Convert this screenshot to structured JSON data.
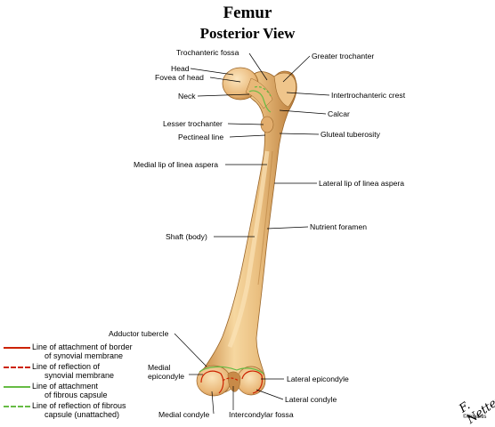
{
  "title": "Femur",
  "subtitle": "Posterior View",
  "labels": {
    "trochanteric_fossa": "Trochanteric fossa",
    "greater_trochanter": "Greater trochanter",
    "head": "Head",
    "fovea_of_head": "Fovea of head",
    "neck": "Neck",
    "intertrochanteric_crest": "Intertrochanteric crest",
    "calcar": "Calcar",
    "lesser_trochanter": "Lesser trochanter",
    "pectineal_line": "Pectineal line",
    "gluteal_tuberosity": "Gluteal tuberosity",
    "medial_lip": "Medial lip of linea aspera",
    "lateral_lip": "Lateral lip of linea aspera",
    "nutrient_foramen": "Nutrient foramen",
    "shaft": "Shaft (body)",
    "adductor_tubercle": "Adductor tubercle",
    "medial_epicondyle_1": "Medial",
    "medial_epicondyle_2": "epicondyle",
    "lateral_epicondyle": "Lateral epicondyle",
    "lateral_condyle": "Lateral condyle",
    "medial_condyle": "Medial condyle",
    "intercondylar_fossa": "Intercondylar fossa"
  },
  "legend": [
    {
      "line1": "Line of attachment of border",
      "line2": "of synovial membrane",
      "color": "#cc2200",
      "style": "solid"
    },
    {
      "line1": "Line of reflection of",
      "line2": "synovial membrane",
      "color": "#cc2200",
      "style": "dashed"
    },
    {
      "line1": "Line of attachment",
      "line2": "of fibrous capsule",
      "color": "#66bb44",
      "style": "solid"
    },
    {
      "line1": "Line of reflection of fibrous",
      "line2": "capsule (unattached)",
      "color": "#66bb44",
      "style": "dashed"
    }
  ],
  "signature": "F. Netter",
  "copyright": "©Novartis",
  "colors": {
    "bone": "#e9b878",
    "bone_dark": "#c98a45",
    "bone_light": "#f8dcaa"
  }
}
